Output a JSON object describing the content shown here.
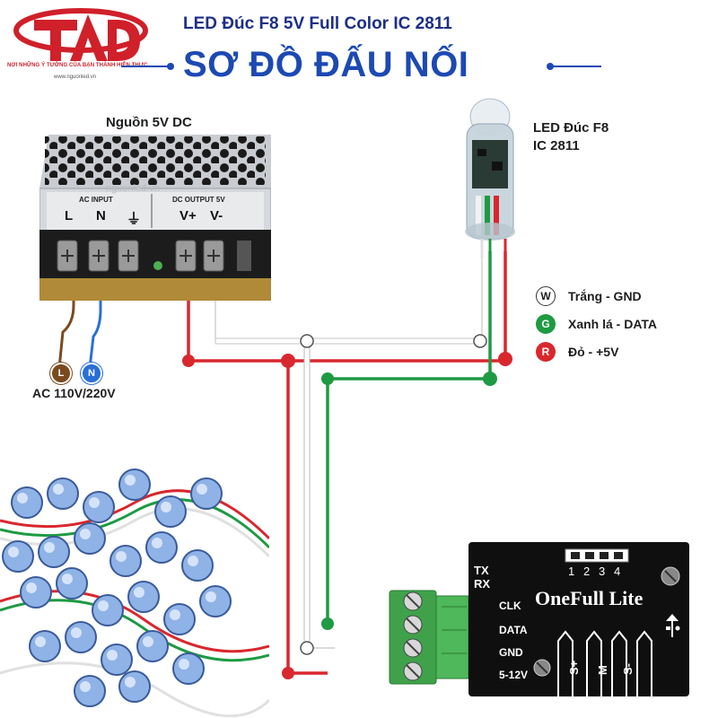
{
  "logo": {
    "tagline": "NƠI NHỮNG Ý TƯỞNG CỦA BẠN THÀNH HIỆN THỰC",
    "url": "www.nguonled.vn"
  },
  "header": {
    "title": "LED Đúc F8 5V Full Color IC 2811",
    "subtitle": "SƠ ĐỒ ĐẤU NỐI"
  },
  "power_supply": {
    "label": "Nguồn 5V DC",
    "ac_input": "AC INPUT",
    "dc_output": "DC OUTPUT 5V",
    "terminals": [
      "L",
      "N",
      "⏚",
      "V+",
      "V-"
    ],
    "watermark": "nguonled.vn"
  },
  "led": {
    "label_line1": "LED Đúc F8",
    "label_line2": "IC 2811"
  },
  "ac": {
    "label": "AC 110V/220V",
    "line_badge": "L",
    "neutral_badge": "N"
  },
  "legend": [
    {
      "badge": "W",
      "text": "Trắng - GND",
      "color": "#ffffff",
      "text_color": "#222222",
      "border": "#333333"
    },
    {
      "badge": "G",
      "text": "Xanh lá - DATA",
      "color": "#1e9a43",
      "text_color": "#ffffff",
      "border": "#1e9a43"
    },
    {
      "badge": "R",
      "text": "Đỏ - +5V",
      "color": "#d9272e",
      "text_color": "#ffffff",
      "border": "#d9272e"
    }
  ],
  "controller": {
    "name": "OneFull Lite",
    "tx": "TX",
    "rx": "RX",
    "dip_numbers": [
      "1",
      "2",
      "3",
      "4"
    ],
    "pins": [
      "CLK",
      "DATA",
      "GND",
      "5-12V"
    ],
    "bottom_pins": [
      "S+",
      "M",
      "S-"
    ]
  },
  "colors": {
    "title_blue": "#1d2f86",
    "wire_red": "#d9272e",
    "wire_green": "#1e9a43",
    "wire_white": "#ffffff",
    "wire_brown": "#7a4a1e",
    "wire_blue": "#2a6fd6"
  }
}
